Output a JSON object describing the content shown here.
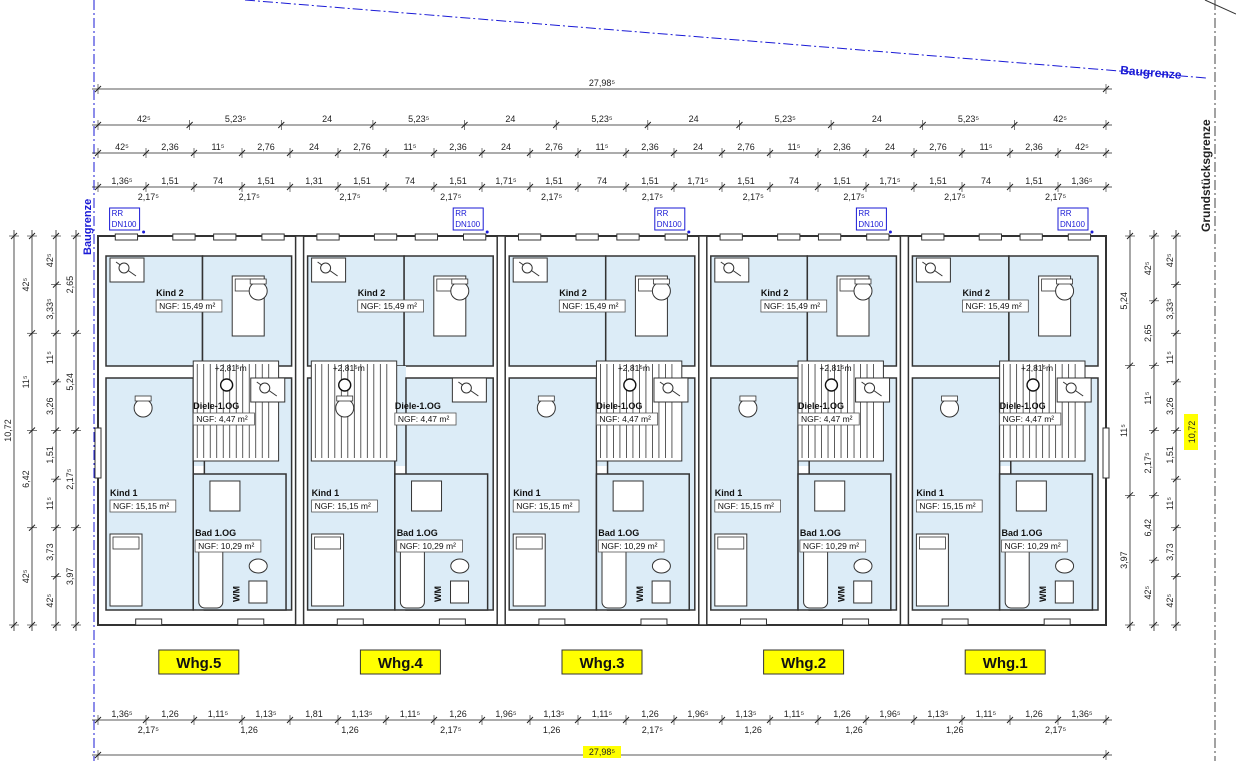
{
  "labels": {
    "baugrenze": "Baugrenze",
    "grundstuecksgrenze": "Grundstücksgrenze",
    "rr_line1": "RR",
    "rr_line2": "DN100",
    "stair_height": "+2,81⁵m",
    "wm": "WM"
  },
  "dimensions": {
    "overall_top": "27,98⁵",
    "overall_bottom": "27,98⁵",
    "depth_right": "10,72",
    "depth_left": "10,72",
    "row1": [
      "42⁵",
      "5,23⁵",
      "24",
      "5,23⁵",
      "24",
      "5,23⁵",
      "24",
      "5,23⁵",
      "24",
      "5,23⁵",
      "42⁵"
    ],
    "row2": [
      "42⁵",
      "2,36",
      "11⁵",
      "2,76",
      "24",
      "2,76",
      "11⁵",
      "2,36",
      "24",
      "2,76",
      "11⁵",
      "2,36",
      "24",
      "2,76",
      "11⁵",
      "2,36",
      "24",
      "2,76",
      "11⁵",
      "2,36",
      "42⁵"
    ],
    "row3_top": [
      "1,36⁵",
      "1,51",
      "74",
      "1,51",
      "1,31",
      "1,51",
      "74",
      "1,51",
      "1,71⁵",
      "1,51",
      "74",
      "1,51",
      "1,71⁵",
      "1,51",
      "74",
      "1,51",
      "1,71⁵",
      "1,51",
      "74",
      "1,51",
      "1,36⁵"
    ],
    "row3_sub": [
      "2,17⁵",
      "2,17⁵",
      "2,17⁵",
      "2,17⁵",
      "2,17⁵",
      "2,17⁵",
      "2,17⁵",
      "2,17⁵",
      "2,17⁵",
      "2,17⁵"
    ],
    "bottom_top": [
      "1,36⁵",
      "1,26",
      "1,11⁵",
      "1,13⁵",
      "1,81",
      "1,13⁵",
      "1,11⁵",
      "1,26",
      "1,96⁵",
      "1,13⁵",
      "1,11⁵",
      "1,26",
      "1,96⁵",
      "1,13⁵",
      "1,11⁵",
      "1,26",
      "1,96⁵",
      "1,13⁵",
      "1,11⁵",
      "1,26",
      "1,36⁵"
    ],
    "bottom_sub": [
      "2,17⁵",
      "1,26",
      "1,26",
      "2,17⁵",
      "1,26",
      "2,17⁵",
      "1,26",
      "1,26",
      "1,26",
      "2,17⁵"
    ],
    "left_outer": [
      "42⁵",
      "11⁵",
      "6,42",
      "42⁵"
    ],
    "left_mid": [
      "42⁵",
      "3,33⁵",
      "11⁵",
      "3,26",
      "1,51",
      "11⁵",
      "3,73",
      "42⁵"
    ],
    "left_inner": [
      "2,65",
      "5,24",
      "2,17⁵",
      "3,97"
    ],
    "right_outer": [
      "42⁵",
      "3,33⁵",
      "11⁵",
      "3,26",
      "1,51",
      "11⁵",
      "3,73",
      "42⁵"
    ],
    "right_mid": [
      "42⁵",
      "2,65",
      "11⁵",
      "2,17⁵",
      "6,42",
      "42⁵"
    ],
    "right_inner": [
      "5,24",
      "11⁵",
      "3,97"
    ]
  },
  "units": [
    {
      "name": "Whg.5",
      "mirrored": false
    },
    {
      "name": "Whg.4",
      "mirrored": true
    },
    {
      "name": "Whg.3",
      "mirrored": false
    },
    {
      "name": "Whg.2",
      "mirrored": false
    },
    {
      "name": "Whg.1",
      "mirrored": false
    }
  ],
  "rooms": {
    "kind2": {
      "name": "Kind 2",
      "area": "NGF: 15,49 m²"
    },
    "diele": {
      "name": "Diele-1.OG",
      "area": "NGF: 4,47 m²"
    },
    "kind1": {
      "name": "Kind 1",
      "area": "NGF: 15,15 m²"
    },
    "bad": {
      "name": "Bad 1.OG",
      "area": "NGF: 10,29 m²"
    }
  },
  "colors": {
    "room_fill": "#dcecf7",
    "wall": "#333333",
    "baugrenze": "#1a1ad6",
    "unit_label_bg": "#ffff00"
  }
}
